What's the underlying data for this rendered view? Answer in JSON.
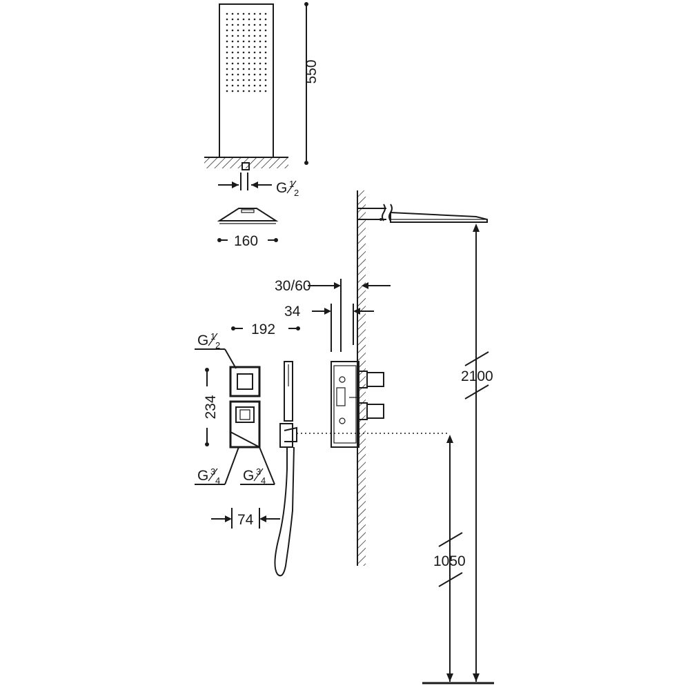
{
  "dimensions": {
    "shower_head_height": "550",
    "shower_head_connection": "G",
    "rain_head_width": "160",
    "wall_recess": "30/60",
    "recess_depth": "34",
    "valve_width": "192",
    "valve_top_connection": "G",
    "valve_height": "234",
    "valve_outlet_left": "G",
    "valve_outlet_right": "G",
    "handset_offset": "74",
    "rain_head_mount_height": "2100",
    "valve_mount_height": "1050"
  },
  "fractions": {
    "half": {
      "num": "1",
      "den": "2"
    },
    "three_quarter": {
      "num": "3",
      "den": "4"
    }
  },
  "colors": {
    "ink": "#1a1a1a",
    "background": "#ffffff"
  }
}
